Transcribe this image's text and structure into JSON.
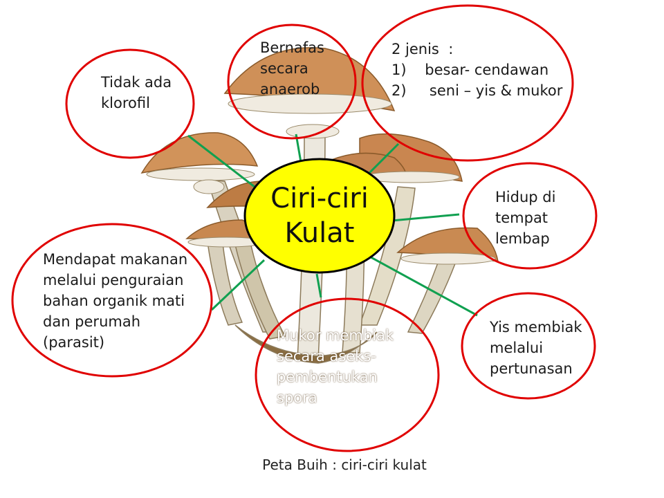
{
  "center": {
    "line1": "Ciri-ciri",
    "line2": "Kulat"
  },
  "bubbles": {
    "klorofil": {
      "text": "Tidak ada\nklorofil"
    },
    "bernafas": {
      "text": "Bernafas\nsecara\nanaerob"
    },
    "jenis": {
      "text": "2 jenis  :\n1)    besar- cendawan\n2)     seni – yis & mukor"
    },
    "lembap": {
      "text": "Hidup di\ntempat\nlembap"
    },
    "makanan": {
      "text": "Mendapat makanan\nmelalui penguraian\nbahan organik mati\ndan perumah\n(parasit)"
    },
    "mukor": {
      "text": "Mukor membiak\nsecara aseks-\npembentukan\nspora"
    },
    "yis": {
      "text": "Yis membiak\nmelalui\npertunasan"
    }
  },
  "caption": "Peta Buih : ciri-ciri kulat",
  "colors": {
    "bubble_stroke": "#e00000",
    "connector": "#10a050",
    "center_fill": "#ffff00",
    "center_stroke": "#000000",
    "mushroom_cap": "#c8864a",
    "mushroom_stem": "#e8e4d8"
  }
}
